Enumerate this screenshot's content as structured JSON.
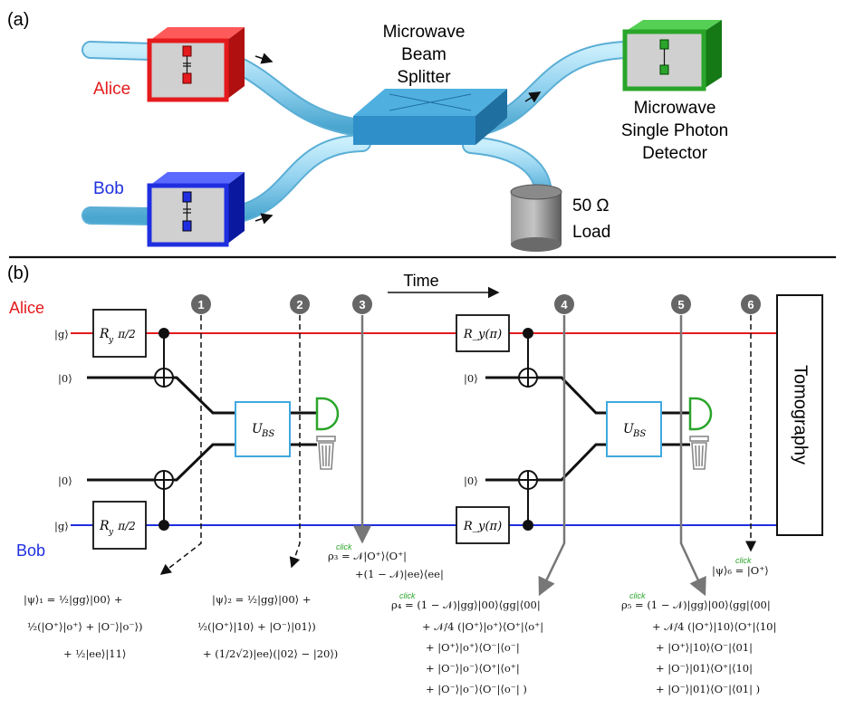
{
  "panel_a": {
    "tag": "(a)",
    "alice": "Alice",
    "bob": "Bob",
    "splitter": [
      "Microwave",
      "Beam",
      "Splitter"
    ],
    "detector": [
      "Microwave",
      "Single Photon",
      "Detector"
    ],
    "load": [
      "50 Ω",
      "Load"
    ]
  },
  "panel_b": {
    "tag": "(b)",
    "alice": "Alice",
    "bob": "Bob",
    "time": "Time",
    "tomography": "Tomography",
    "steps": [
      "1",
      "2",
      "3",
      "4",
      "5",
      "6"
    ],
    "ket_g": "|g⟩",
    "ket_0": "|0⟩",
    "ry_half": "R",
    "ry_sub": "y",
    "ry_half_arg": "π/2",
    "ry_pi": "R_y(π)",
    "ubs": "U",
    "ubs_sub": "BS",
    "psi1": [
      "|ψ⟩₁ = ½|gg⟩|00⟩ +",
      "½(|O⁺⟩|o⁺⟩ + |O⁻⟩|o⁻⟩)",
      "+ ½|ee⟩|11⟩"
    ],
    "psi2": [
      "|ψ⟩₂ = ½|gg⟩|00⟩ +",
      "½(|O⁺⟩|10⟩ + |O⁻⟩|01⟩)",
      "+ (1/2√2)|ee⟩(|02⟩ − |20⟩)"
    ],
    "rho3": [
      "ρ₃ = 𝒩|O⁺⟩⟨O⁺|",
      "+(1 − 𝒩)|ee⟩⟨ee|"
    ],
    "click": "click",
    "rho4": [
      "ρ₄ = (1 − 𝒩)|gg⟩|00⟩⟨gg|⟨00|",
      "+ 𝒩/4 (|O⁺⟩|o⁺⟩⟨O⁺|⟨o⁺|",
      "+ |O⁺⟩|o⁺⟩⟨O⁻|⟨o⁻|",
      "+ |O⁻⟩|o⁻⟩⟨O⁺|⟨o⁺|",
      "+ |O⁻⟩|o⁻⟩⟨O⁻|⟨o⁻| )"
    ],
    "rho5": [
      "ρ₅ = (1 − 𝒩)|gg⟩|00⟩⟨gg|⟨00|",
      "+ 𝒩/4 (|O⁺⟩|10⟩⟨O⁺|⟨10|",
      "+ |O⁺⟩|10⟩⟨O⁻|⟨01|",
      "+ |O⁻⟩|01⟩⟨O⁺|⟨10|",
      "+ |O⁻⟩|01⟩⟨O⁻|⟨01| )"
    ],
    "psi6": "|ψ⟩₆ = |O⁺⟩"
  },
  "colors": {
    "alice": "#e41a1c",
    "bob": "#1f2fe0",
    "detector": "#2aa52a",
    "purple": "#7b2fa3",
    "cable": "#8fd3f4",
    "splitter": "#2f8fc9",
    "ubs_border": "#3fa9e0"
  }
}
